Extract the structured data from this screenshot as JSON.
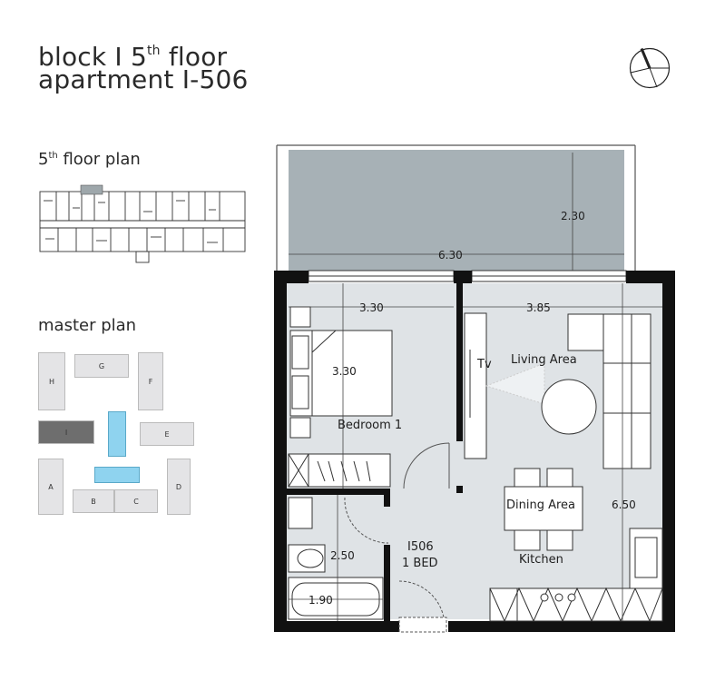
{
  "header": {
    "line1_main": "block I 5",
    "line1_sup": "th",
    "line1_rest": " floor",
    "line2": "apartment I-506"
  },
  "floor_plan_heading": {
    "main": "5",
    "sup": "th",
    "rest": " floor plan"
  },
  "master_plan_heading": "master plan",
  "master_blocks": [
    {
      "label": "H"
    },
    {
      "label": "G"
    },
    {
      "label": "F"
    },
    {
      "label": "I",
      "highlight": true
    },
    {
      "label": "E"
    },
    {
      "label": "A"
    },
    {
      "label": "B"
    },
    {
      "label": "C"
    },
    {
      "label": "D"
    }
  ],
  "rooms": {
    "bedroom": "Bedroom 1",
    "living": "Living Area",
    "tv": "Tv",
    "dining": "Dining Area",
    "kitchen": "Kitchen",
    "unit_id": "I506",
    "unit_type": "1 BED"
  },
  "dimensions": {
    "balcony_height": "2.30",
    "balcony_width": "6.30",
    "bedroom_width": "3.30",
    "living_width": "3.85",
    "bedroom_depth": "3.30",
    "bath_depth": "2.50",
    "bath_width": "1.90",
    "living_depth": "6.50"
  },
  "colors": {
    "balcony": "#a7b1b6",
    "floor": "#dfe3e6",
    "wall": "#111111",
    "highlight_block": "#6e6e6e",
    "pool": "#8fd3ef"
  }
}
